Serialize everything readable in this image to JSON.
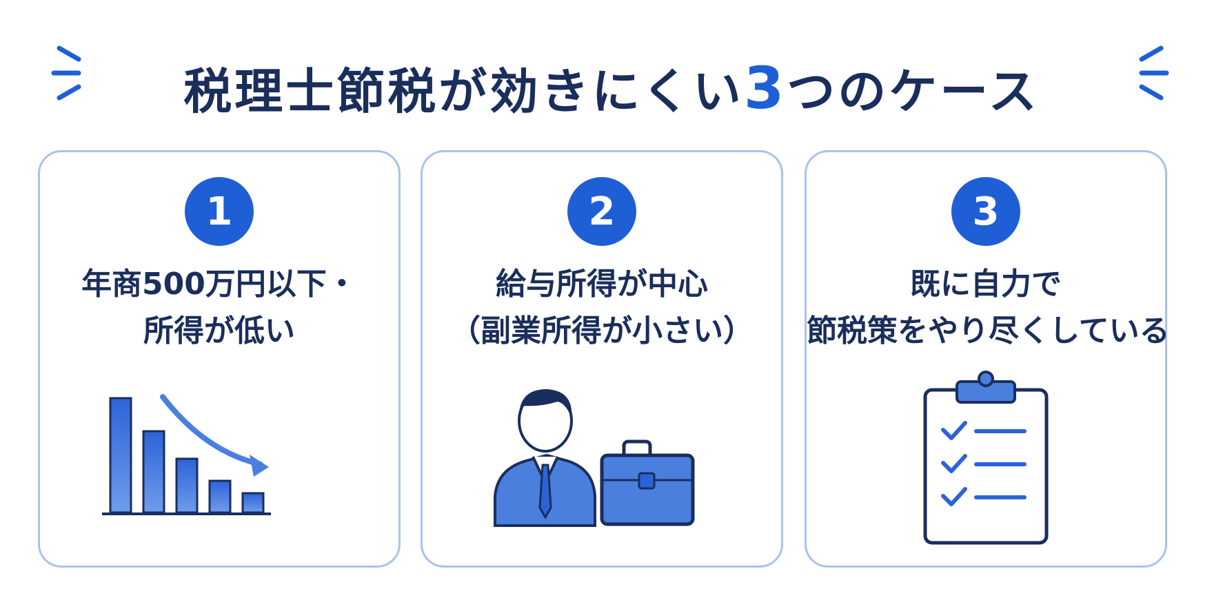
{
  "title": {
    "text_before": "税理士節税が効きにくい",
    "number": "3",
    "text_after": "つのケース"
  },
  "cards": [
    {
      "number": "1",
      "line1": "年商500万円以下・",
      "line2": "所得が低い",
      "icon": "declining-bar-chart-icon"
    },
    {
      "number": "2",
      "line1": "給与所得が中心",
      "line2": "（副業所得が小さい）",
      "icon": "businessman-briefcase-icon"
    },
    {
      "number": "3",
      "line1": "既に自力で",
      "line2": "節税策をやり尽くしている",
      "icon": "checklist-clipboard-icon"
    }
  ],
  "colors": {
    "accent": "#1f5fd6",
    "navy": "#1a2e5c",
    "card_border": "#a9c2ee",
    "illustration_fill": "#4a7fde"
  }
}
